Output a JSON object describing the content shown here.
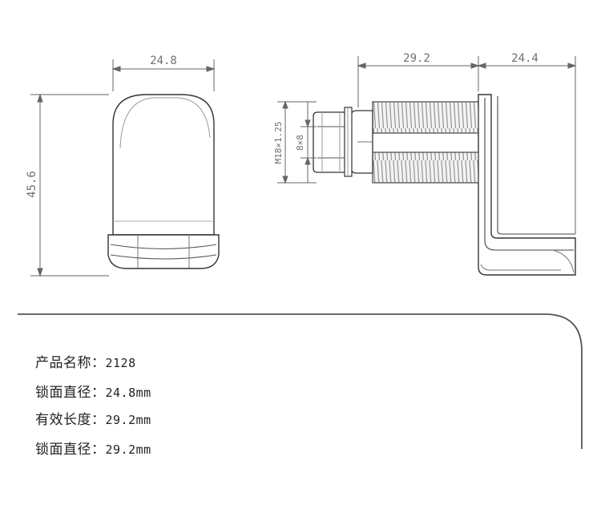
{
  "dimensions": {
    "width_front": "24.8",
    "height_front": "45.6",
    "bolt_length": "29.2",
    "plate_width": "24.4",
    "thread": "M18×1.25",
    "nut": "8×8"
  },
  "specs": [
    {
      "label": "产品名称：",
      "value": "2128"
    },
    {
      "label": "锁面直径：",
      "value": "24.8mm"
    },
    {
      "label": "有效长度：",
      "value": "29.2mm"
    },
    {
      "label": "锁面直径：",
      "value": "29.2mm"
    }
  ]
}
